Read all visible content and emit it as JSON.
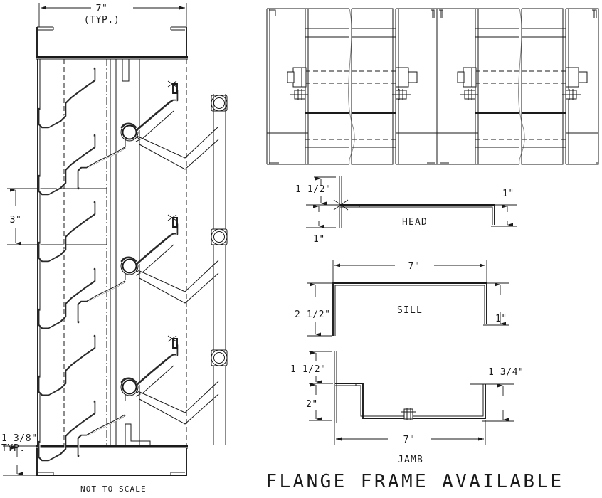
{
  "sheet": {
    "title": "FLANGE FRAME AVAILABLE",
    "scale_note": "NOT TO SCALE",
    "line_color": "#1a1a1a",
    "background": "#ffffff"
  },
  "elevation": {
    "name": "section-elevation-view",
    "dimensions": {
      "width_label": "7\"",
      "width_typ": "(TYP.)",
      "spacing_label": "3\"",
      "bottom_label": "1 3/8\"",
      "bottom_typ": "TYP."
    },
    "louver_blade_count": 6,
    "pivot_count": 3,
    "linkage_count": 3
  },
  "plan": {
    "name": "plan-section-view",
    "panel_count": 4,
    "bolt_count": 4,
    "fastener_count": 4
  },
  "details": [
    {
      "id": "head",
      "label": "HEAD",
      "dims": {
        "left_top": "1 1/2\"",
        "left_bottom": "1\"",
        "right": "1\""
      }
    },
    {
      "id": "sill",
      "label": "SILL",
      "dims": {
        "top": "7\"",
        "left": "2 1/2\"",
        "right": "1\""
      }
    },
    {
      "id": "jamb",
      "label": "JAMB",
      "dims": {
        "left_top": "1 1/2\"",
        "left_bottom": "2\"",
        "bottom": "7\"",
        "right": "1 3/4\""
      }
    }
  ]
}
